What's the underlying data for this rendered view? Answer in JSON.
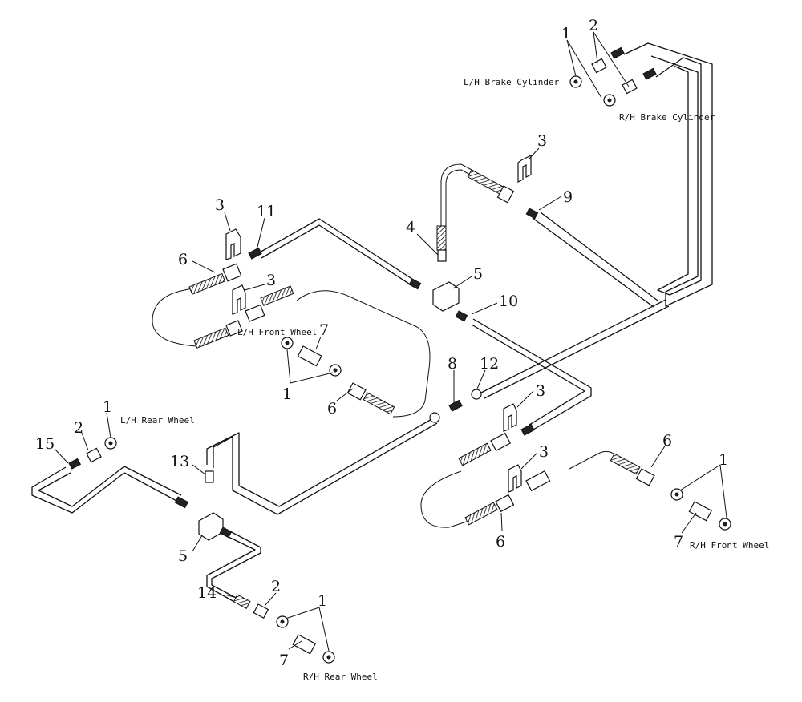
{
  "labels": {
    "lh_brake_cylinder": "L/H Brake Cylinder",
    "rh_brake_cylinder": "R/H Brake Cylinder",
    "lh_front_wheel": "L/H Front Wheel",
    "rh_front_wheel": "R/H Front Wheel",
    "lh_rear_wheel": "L/H Rear Wheel",
    "rh_rear_wheel": "R/H Rear Wheel"
  },
  "callouts": {
    "top_1": "1",
    "top_2": "2",
    "clip_top_right": "3",
    "n9": "9",
    "clip_left_top": "3",
    "n11": "11",
    "n6_left": "6",
    "clip_left_mid": "3",
    "n4": "4",
    "n5_top": "5",
    "n10": "10",
    "n7_left": "7",
    "n1_left": "1",
    "n6_left_low": "6",
    "n8": "8",
    "n12": "12",
    "rear_1": "1",
    "rear_2": "2",
    "n15": "15",
    "clip_right_a": "3",
    "clip_right_b": "3",
    "n6_right_top": "6",
    "n1_right": "1",
    "n6_right_low": "6",
    "n7_right": "7",
    "n13": "13",
    "n5_low": "5",
    "n14": "14",
    "n2_low": "2",
    "n1_low": "1",
    "n7_low": "7"
  }
}
